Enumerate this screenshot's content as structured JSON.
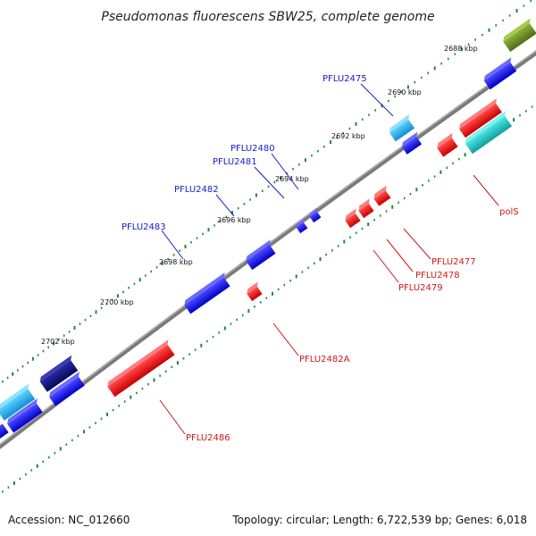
{
  "title": "Pseudomonas fluorescens SBW25, complete genome",
  "footer": {
    "accession": "Accession: NC_012660",
    "topology": "Topology: circular; Length: 6,722,539 bp; Genes: 6,018"
  },
  "colors": {
    "backbone": "#808080",
    "tick": "#22863a",
    "forward_label": "#1a1acc",
    "reverse_label": "#cc1a1a"
  },
  "positions": [
    {
      "kbp": "2688 kbp"
    },
    {
      "kbp": "2690 kbp"
    },
    {
      "kbp": "2692 kbp"
    },
    {
      "kbp": "2694 kbp"
    },
    {
      "kbp": "2696 kbp"
    },
    {
      "kbp": "2698 kbp"
    },
    {
      "kbp": "2700 kbp"
    },
    {
      "kbp": "2702 kbp"
    }
  ],
  "forward_labels": [
    {
      "name": "PFLU2475"
    },
    {
      "name": "PFLU2480"
    },
    {
      "name": "PFLU2481"
    },
    {
      "name": "PFLU2482"
    },
    {
      "name": "PFLU2483"
    }
  ],
  "reverse_labels": [
    {
      "name": "polS"
    },
    {
      "name": "PFLU2477"
    },
    {
      "name": "PFLU2478"
    },
    {
      "name": "PFLU2479"
    },
    {
      "name": "PFLU2482A"
    },
    {
      "name": "PFLU2486"
    }
  ],
  "gene_colors": {
    "blue": "#1414e6",
    "light_blue": "#1ab0e8",
    "navy": "#0d0d7a",
    "cyan": "#1fc4c4",
    "olive": "#6b8e23",
    "red": "#e61414"
  }
}
